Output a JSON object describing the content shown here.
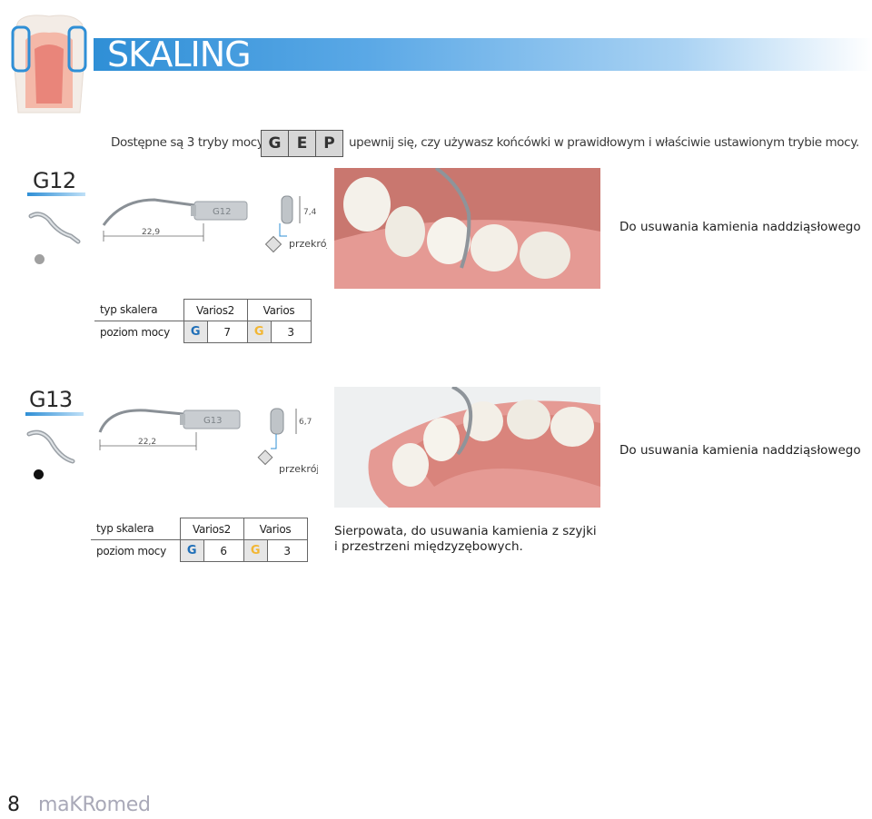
{
  "header": {
    "title": "SKALING",
    "modes_label": "Dostępne są 3 tryby mocy:",
    "modes": [
      "G",
      "E",
      "P"
    ],
    "modes_note": "upewnij się, czy używasz końcówki w prawidłowym i właściwie ustawionym trybie mocy."
  },
  "colors": {
    "accent_blue": "#2f8fd6",
    "mode_g_blue": "#1f6fb8",
    "mode_g_yellow": "#f2b632",
    "gum_pink": "#e59a94"
  },
  "sections": [
    {
      "model": "G12",
      "tip_engraving": "G12",
      "length": "22,9",
      "height": "7,4",
      "cross_section_label": "przekrój",
      "description": "Do usuwania kamienia naddziąsłowego",
      "extra_description": "",
      "dot_color": "#a0a0a0",
      "table": {
        "row1_label": "typ skalera",
        "row2_label": "poziom mocy",
        "scaler_1": "Varios2",
        "scaler_2": "Varios",
        "mode_1": "G",
        "power_1": "7",
        "mode_2": "G",
        "power_2": "3"
      }
    },
    {
      "model": "G13",
      "tip_engraving": "G13",
      "length": "22,2",
      "height": "6,7",
      "cross_section_label": "przekrój",
      "description": "Do usuwania kamienia naddziąsłowego",
      "extra_description_line1": "Sierpowata, do usuwania kamienia z szyjki",
      "extra_description_line2": "i przestrzeni międzyzębowych.",
      "dot_color": "#111111",
      "table": {
        "row1_label": "typ skalera",
        "row2_label": "poziom mocy",
        "scaler_1": "Varios2",
        "scaler_2": "Varios",
        "mode_1": "G",
        "power_1": "6",
        "mode_2": "G",
        "power_2": "3"
      }
    }
  ],
  "footer": {
    "page_number": "8",
    "brand": "maKRomed"
  },
  "icons": [
    "tooth-cross-section-icon",
    "scaler-tip-icon",
    "diamond-cross-section-icon"
  ]
}
